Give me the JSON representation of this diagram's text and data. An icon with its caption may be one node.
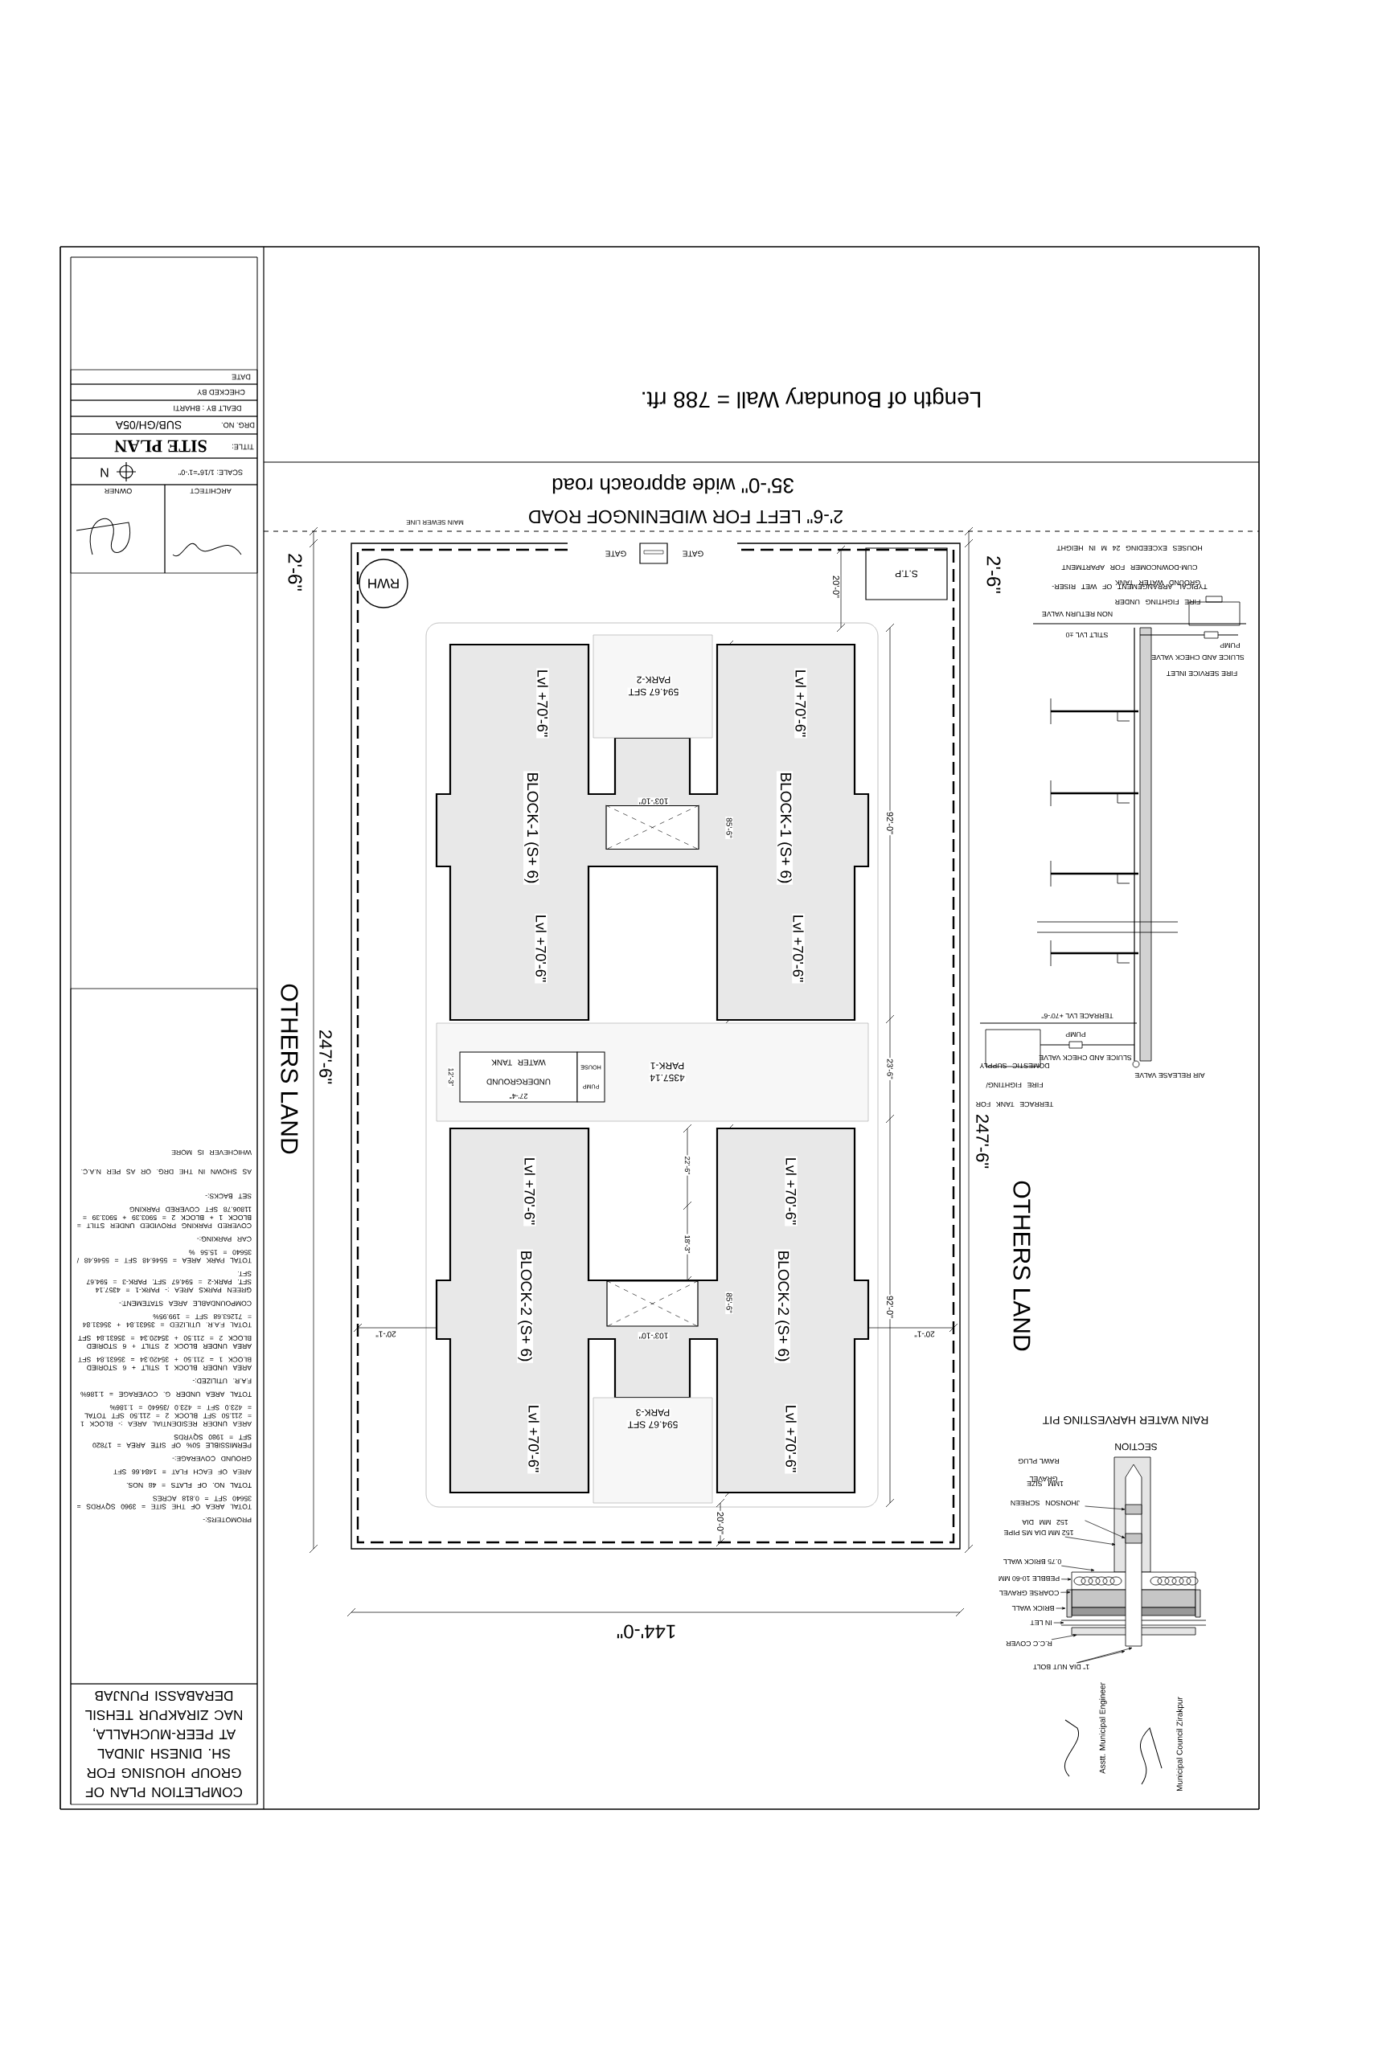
{
  "diagram": {
    "nodes": [
      {
        "text": [
          "COMPLETION PLAN OF GROUP HOUSING FOR SH. DINESH JINDAL AT PEER-MUCHALLA, NAC ZIRAKPUR TEHSIL DERABASSI PUNJAB"
        ]
      },
      {
        "text": [
          "PROMOTERS:-",
          "TOTAL AREA OF THE SITE = 3960 SQYRDS = 35640 SFT = 0.818 ACRES",
          "TOTAL NO. OF FLATS = 48 NOS.",
          "AREA OF EACH FLAT = 1484.66 SFT",
          "GROUND COVERAGE:-",
          "PERMISSIBLE 50% OF SITE AREA = 17820 SFT = 1980 SQYRDS",
          "AREA UNDER RESIDENTIAL AREA :- BLOCK 1 = 211.50 SFT BLOCK 2 = 211.50 SFT TOTAL = 423.0 SFT = 423.0 /35640 = 1.186%",
          "TOTAL AREA UNDER G. COVERAGE = 1.186%",
          "F.A.R. UTILIZED:-",
          "AREA UNDER BLOCK 1 STILT + 6 STORIED BLOCK 1 = 211.50 + 35420.34 = 35631.84 SFT",
          "AREA UNDER BLOCK 2 STILT + 6 STORIED BLOCK 2 = 211.50 + 35420.34 = 35631.84 SFT",
          "TOTAL F.A.R. UTILIZED = 35631.84 + 35631.84 = 71263.68 SFT = 199.95%",
          "COMPOUNDABLE AREA STATEMENT:-",
          "GREEN PARKS AREA :- PARK-1 = 4357.14 SFT. PARK-2 = 594.67 SFT. PARK-3 = 594.67 SFT.",
          "TOTAL PARK AREA = 5546.48 SFT = 5546.48 / 35640 = 15.56 %",
          "CAR PARKING:-",
          "COVERED PARKING PROVIDED UNDER STILT = BLOCK 1 + BLOCK 2 = 5903.39 + 5903.39 = 11806.78 SFT COVERED PARKING",
          "SET BACKS:-",
          "AS SHOWN IN THE DRG. OR AS PER N.A.C. WHICHEVER IS MORE"
        ]
      },
      {
        "text": [
          "OWNER"
        ]
      },
      {
        "text": [
          "ARCHITECT"
        ]
      },
      {
        "text": [
          "SCALE: 1/16\"=1'-0\"",
          "N"
        ]
      },
      {
        "text": [
          "TITLE:",
          "SITE PLAN"
        ]
      },
      {
        "text": [
          "DRG. NO.",
          "SUB/GH/05A"
        ]
      },
      {
        "text": [
          "DEALT BY : BHARTI"
        ]
      },
      {
        "text": [
          "CHECKED BY"
        ]
      },
      {
        "text": [
          "DATE"
        ]
      },
      {
        "text": [
          "RWH"
        ]
      },
      {
        "text": [
          "S.T.P"
        ]
      },
      {
        "text": [],
        "shape": "box",
        "beside": [
          "GATE",
          "GATE"
        ]
      },
      {
        "text": [
          "BLOCK-1 (S+ 6)",
          "Lvl +70'-6\"",
          "Lvl +70'-6\"",
          "BLOCK-1 (S+ 6)",
          "Lvl +70'-6\"",
          "Lvl +70'-6\""
        ]
      },
      {
        "text": [
          "BLOCK-2 (S+ 6)",
          "Lvl +70'-6\"",
          "Lvl +70'-6\"",
          "BLOCK-2 (S+ 6)",
          "Lvl +70'-6\"",
          "Lvl +70'-6\""
        ]
      },
      {
        "text": [
          "PARK-2",
          "594.67 SFT"
        ],
        "in": 13
      },
      {
        "text": [
          "PARK-1",
          "4357.14"
        ]
      },
      {
        "text": [
          "PARK-3",
          "594.67 SFT"
        ],
        "in": 14
      },
      {
        "text": [
          "UNDERGROUND WATER TANK",
          "27'-4\""
        ],
        "in": 16,
        "beside": [
          "12'-3\""
        ]
      },
      {
        "text": [
          "PUMP HOUSE"
        ],
        "in": 16
      },
      {
        "text": [],
        "shape": "box",
        "in": 13,
        "beside": [
          "103'-10\""
        ]
      },
      {
        "text": [],
        "shape": "box",
        "in": 14,
        "beside": [
          "103'-10\""
        ]
      },
      {
        "text": [
          "152 MM DIA JHONSON SCREEN 1MM SIZE"
        ]
      },
      {
        "text": [
          "152 MM DIA MS PIPE"
        ]
      },
      {
        "text": [
          "0.75 BRICK WALL"
        ]
      },
      {
        "text": [
          "PEBBLE 10-60 MM"
        ]
      },
      {
        "text": [
          "COARSE GRAVEL"
        ]
      },
      {
        "text": [
          "BRICK WALL"
        ]
      },
      {
        "text": [
          "IN LET"
        ]
      },
      {
        "text": [
          "R.C.C COVER"
        ]
      },
      {
        "text": [
          "1\" DIA NUT BOLT"
        ]
      },
      {
        "text": [],
        "shape": "picture",
        "beside": [
          "RAIN WATER HARVESTING PIT",
          "SECTION",
          "RAWL PLUG",
          "GRAVEL"
        ]
      }
    ],
    "edges": [
      {
        "from": 22,
        "to": 31,
        "arrow": "to"
      },
      {
        "from": 22,
        "to": 31,
        "arrow": "to"
      },
      {
        "from": 23,
        "to": 31,
        "arrow": "to"
      },
      {
        "from": 24,
        "to": 31,
        "arrow": "to"
      },
      {
        "from": 25,
        "to": 31,
        "arrow": "to"
      },
      {
        "from": 26,
        "to": 31,
        "arrow": "to"
      },
      {
        "from": 27,
        "to": 31,
        "arrow": "to"
      },
      {
        "from": 28,
        "to": 31,
        "arrow": "to"
      },
      {
        "from": 29,
        "to": 31,
        "arrow": "to"
      },
      {
        "from": 30,
        "to": 31,
        "arrow": "to"
      },
      {
        "from": 30,
        "to": 31,
        "arrow": "to"
      }
    ],
    "labels": [
      "Length of Boundary Wall = 788 rft.",
      "35'-0\" wide approach road",
      "2'-6\" LEFT FOR WIDENINGOF ROAD",
      "MAIN SEWER LINE",
      "2'-6\"",
      "2'-6\"",
      "247'-6\"",
      "OTHERS LAND",
      "247'-6\"",
      "OTHERS LAND",
      "144'-0\"",
      "20'-0\"",
      "92'-0\"",
      "85'-6\"",
      "23'-6\"",
      "22'-6\"",
      "18'-3\"",
      "92'-0\"",
      "85'-6\"",
      "20'-1\"",
      "20'-1\"",
      "20'-0\"",
      "TYPICAL ARRANGEMENT OF WET RISER-CUM-DOWNCOMER FOR APARTMENT HOUSES EXCEEDING 24 M IN HEIGHT",
      "FIRE FIGHTING UNDER GROUND WATER TANK",
      "NON RETURN VALVE",
      "STILT LVL ±0",
      "PUMP",
      "SLUICE AND CHECK VALVE",
      "FIRE SERVICE INLET",
      "TERRACE LVL +70'-6\"",
      "PUMP",
      "SLUICE AND CHECK VALVE",
      "AIR RELEASE VALVE",
      "TERRACE TANK FOR FIRE FIGHTING/ DOMESTIC SUPPLY",
      "Asstt. Municipal Engineer",
      "Municipal Council Zirakpur"
    ]
  }
}
